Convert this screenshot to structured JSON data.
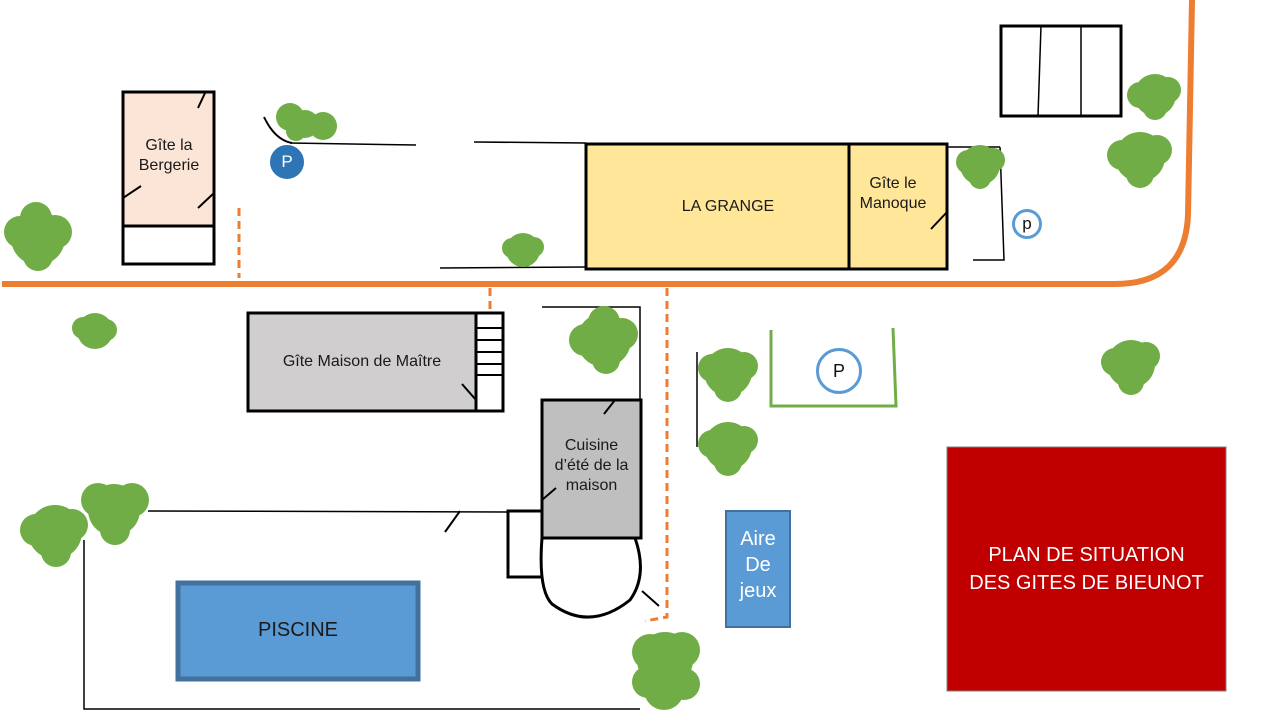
{
  "colors": {
    "road": "#ed7d31",
    "tree": "#70ad47",
    "gite_bergerie_fill": "#fbe5d6",
    "grange_fill": "#ffe699",
    "gray_building": "#d0cece",
    "kitchen_fill": "#bfbfbf",
    "pool_fill": "#5b9bd5",
    "pool_border": "#41719c",
    "play_area_fill": "#5b9bd5",
    "title_block": "#c00000",
    "parking_fence": "#70ad47"
  },
  "labels": {
    "bergerie": "Gîte la Bergerie",
    "grange": "LA GRANGE",
    "manoque": "Gîte le Manoque",
    "maison_maitre": "Gîte Maison de Maître",
    "cuisine": "Cuisine d’été de la maison",
    "piscine": "PISCINE",
    "aire_jeux_line1": "Aire",
    "aire_jeux_line2": "De",
    "aire_jeux_line3": "jeux",
    "title_line1": "PLAN DE SITUATION",
    "title_line2": "DES GITES DE BIEUNOT"
  },
  "parking": {
    "p1": "P",
    "p2": "p",
    "p3": "P"
  },
  "icons": {
    "tree": "tree-icon",
    "parking": "parking-icon"
  }
}
